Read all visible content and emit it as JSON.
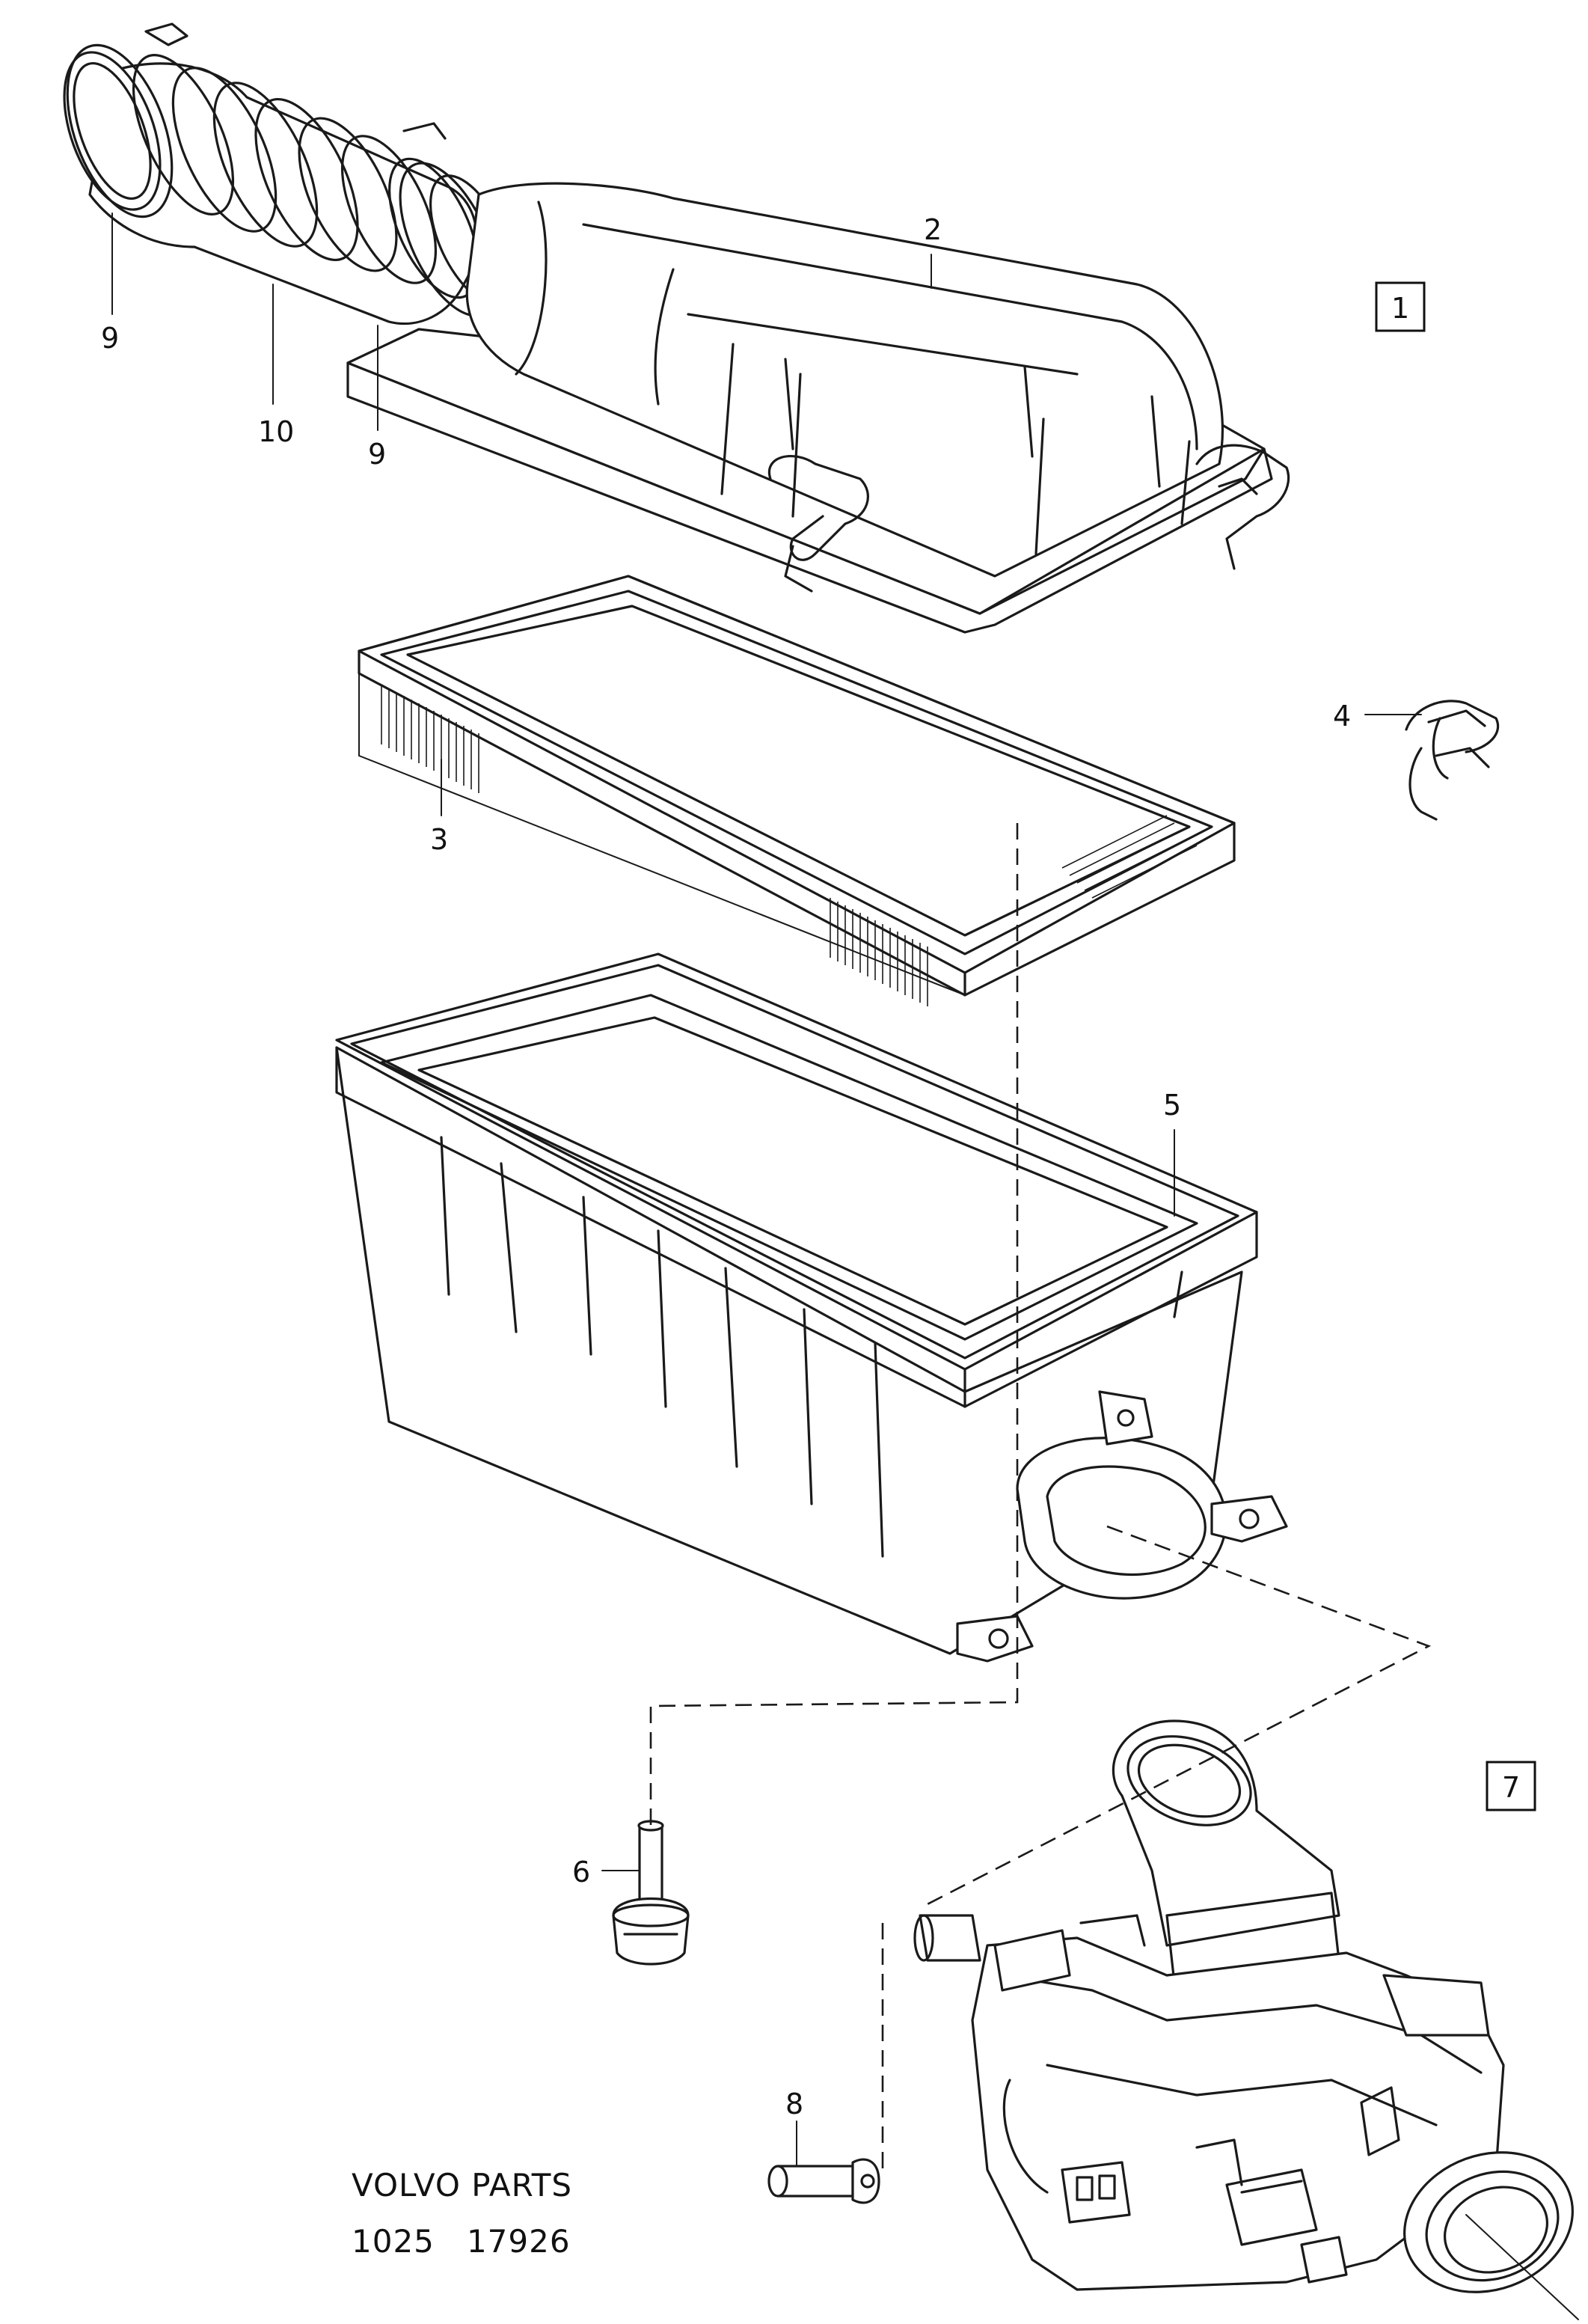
{
  "callouts": {
    "c1": "1",
    "c2": "2",
    "c3": "3",
    "c4": "4",
    "c5": "5",
    "c6": "6",
    "c7": "7",
    "c8": "8",
    "c9a": "9",
    "c9b": "9",
    "c10": "10"
  },
  "footer": {
    "line1": "VOLVO  PARTS",
    "line2": "1025   17926"
  }
}
